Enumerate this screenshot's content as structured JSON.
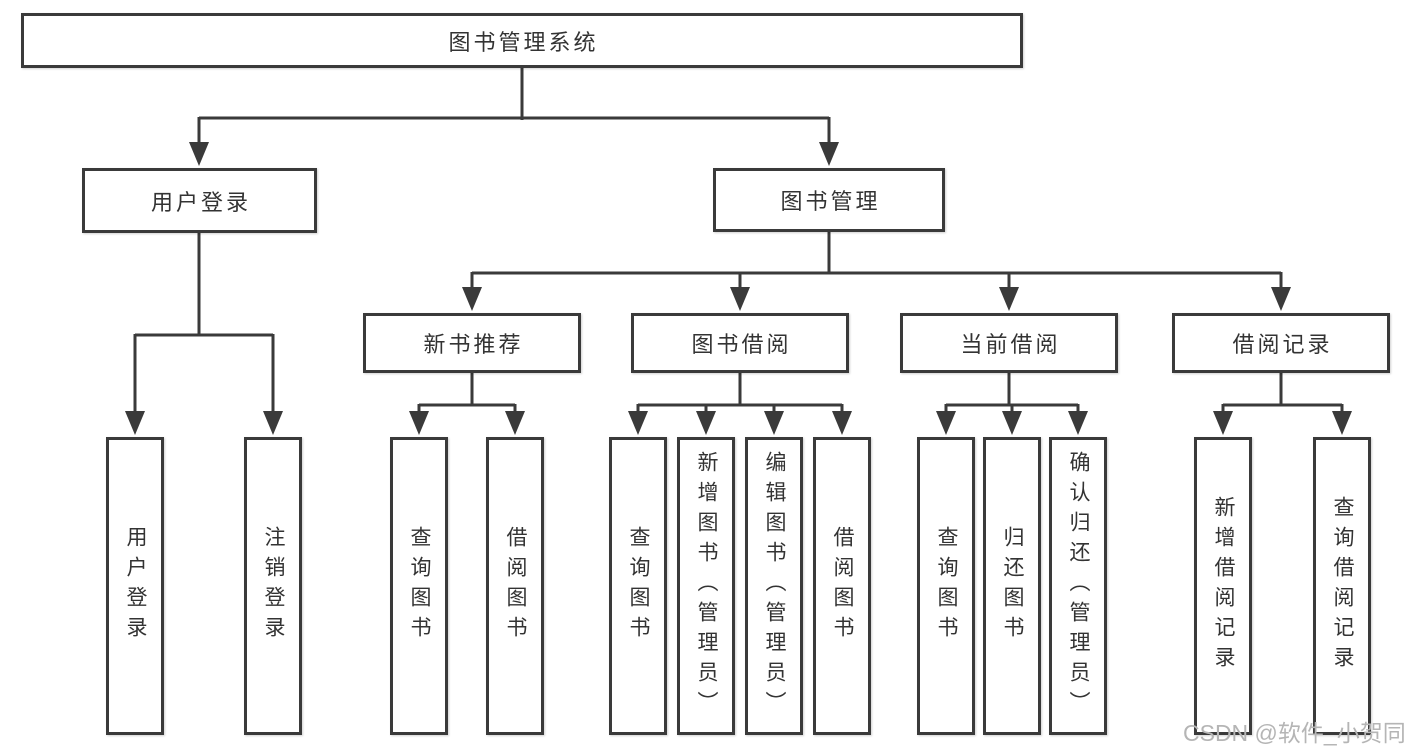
{
  "tree": {
    "root": {
      "label": "图书管理系统"
    },
    "level2": [
      {
        "label": "用户登录",
        "children": [
          {
            "label": "用户登录"
          },
          {
            "label": "注销登录"
          }
        ]
      },
      {
        "label": "图书管理",
        "children": [
          {
            "label": "新书推荐",
            "children": [
              {
                "label": "查询图书"
              },
              {
                "label": "借阅图书"
              }
            ]
          },
          {
            "label": "图书借阅",
            "children": [
              {
                "label": "查询图书"
              },
              {
                "label": "新增图书（管理员）"
              },
              {
                "label": "编辑图书（管理员）"
              },
              {
                "label": "借阅图书"
              }
            ]
          },
          {
            "label": "当前借阅",
            "children": [
              {
                "label": "查询图书"
              },
              {
                "label": "归还图书"
              },
              {
                "label": "确认归还（管理员）"
              }
            ]
          },
          {
            "label": "借阅记录",
            "children": [
              {
                "label": "新增借阅记录"
              },
              {
                "label": "查询借阅记录"
              }
            ]
          }
        ]
      }
    ]
  },
  "watermark": "CSDN @软件_小贺同学",
  "colors": {
    "line": "#3a3a3a",
    "text": "#333333",
    "background": "#ffffff",
    "watermark": "#b5b5b5"
  }
}
